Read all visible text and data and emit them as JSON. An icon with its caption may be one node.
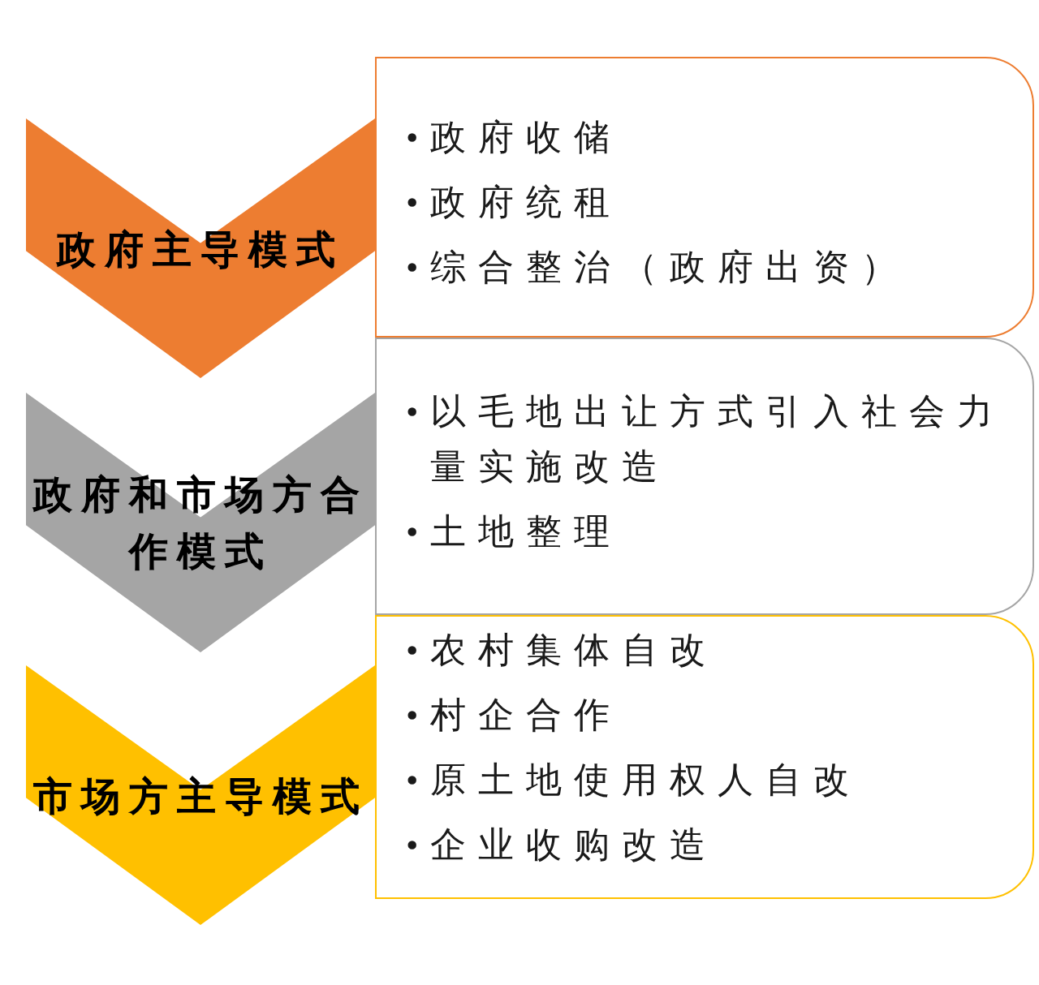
{
  "diagram": {
    "nodes": [
      {
        "text": [
          "政府主导模式"
        ]
      },
      {
        "text": [
          "•政府收储",
          "•政府统租",
          "•综合整治（政府出资）"
        ]
      },
      {
        "text": [
          "政府和市场方合作模式"
        ]
      },
      {
        "text": [
          "•以毛地出让方式引入社会力量实施改造",
          "•土地整理"
        ]
      },
      {
        "text": [
          "市场方主导模式"
        ]
      },
      {
        "text": [
          "•农村集体自改",
          "•村企合作",
          "•原土地使用权人自改",
          "•企业收购改造"
        ]
      }
    ]
  }
}
